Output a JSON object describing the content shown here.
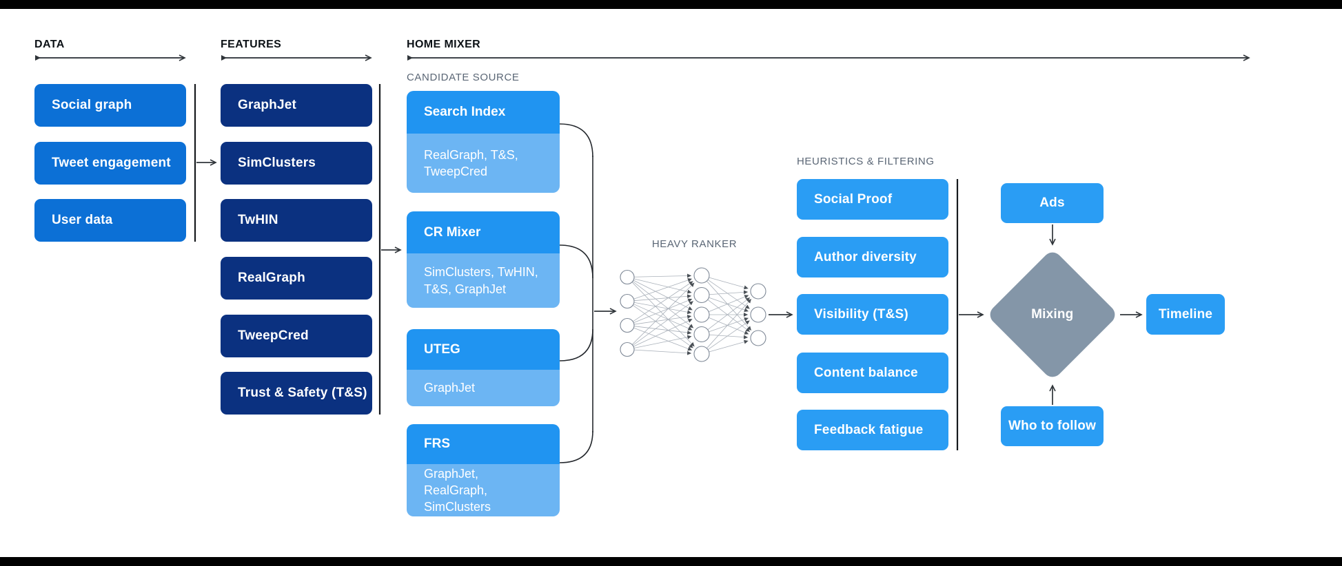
{
  "colors": {
    "background": "#ffffff",
    "top_bottom_bars": "#000000",
    "data_box": "#0c70d6",
    "feature_box": "#0b3180",
    "candidate_main": "#2094f1",
    "candidate_sub": "#6cb5f3",
    "pipeline_box": "#2a9df4",
    "mixing_diamond": "#8496a8",
    "box_text": "#ffffff",
    "section_label_text": "#5a6675",
    "connector_line": "#2f3439"
  },
  "sections": {
    "data": {
      "label": "DATA",
      "items": [
        "Social graph",
        "Tweet engagement",
        "User data"
      ]
    },
    "features": {
      "label": "FEATURES",
      "items": [
        "GraphJet",
        "SimClusters",
        "TwHIN",
        "RealGraph",
        "TweepCred",
        "Trust & Safety (T&S)"
      ]
    },
    "home_mixer": {
      "label": "HOME MIXER"
    },
    "candidate_source": {
      "label": "CANDIDATE SOURCE",
      "cards": [
        {
          "title": "Search Index",
          "subtitle": "RealGraph, T&S, TweepCred"
        },
        {
          "title": "CR Mixer",
          "subtitle": "SimClusters, TwHIN, T&S, GraphJet"
        },
        {
          "title": "UTEG",
          "subtitle": "GraphJet"
        },
        {
          "title": "FRS",
          "subtitle": "GraphJet, RealGraph, SimClusters"
        }
      ]
    },
    "heavy_ranker": {
      "label": "HEAVY RANKER",
      "layer_sizes": [
        4,
        5,
        3
      ]
    },
    "heuristics": {
      "label": "HEURISTICS & FILTERING",
      "items": [
        "Social Proof",
        "Author diversity",
        "Visibility (T&S)",
        "Content balance",
        "Feedback fatigue"
      ]
    },
    "mixing_stage": {
      "ads_label": "Ads",
      "diamond_label": "Mixing",
      "who_to_follow_label": "Who to follow",
      "timeline_label": "Timeline"
    }
  }
}
